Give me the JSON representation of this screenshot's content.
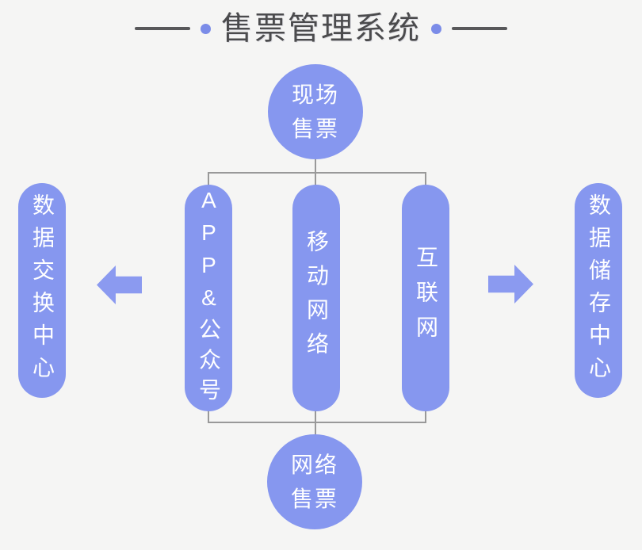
{
  "title": "售票管理系统",
  "colors": {
    "background": "#f5f5f4",
    "node_fill": "#8697ef",
    "arrow_fill": "#8b9af0",
    "connector": "#999999",
    "title_text": "#4b4b4d",
    "divider": "#58585a",
    "accent_dot": "#7b8ce8",
    "node_text": "#ffffff"
  },
  "nodes": {
    "onsite": {
      "line1": "现场",
      "line2": "售票"
    },
    "online": {
      "line1": "网络",
      "line2": "售票"
    },
    "channel_app": "APP&公众号",
    "channel_mobile": "移动网络",
    "channel_internet": "互联网",
    "exchange": "数据交换中心",
    "storage": "数据储存中心"
  },
  "icons": {
    "left_arrow": "arrow-left-icon",
    "right_arrow": "arrow-right-icon"
  }
}
